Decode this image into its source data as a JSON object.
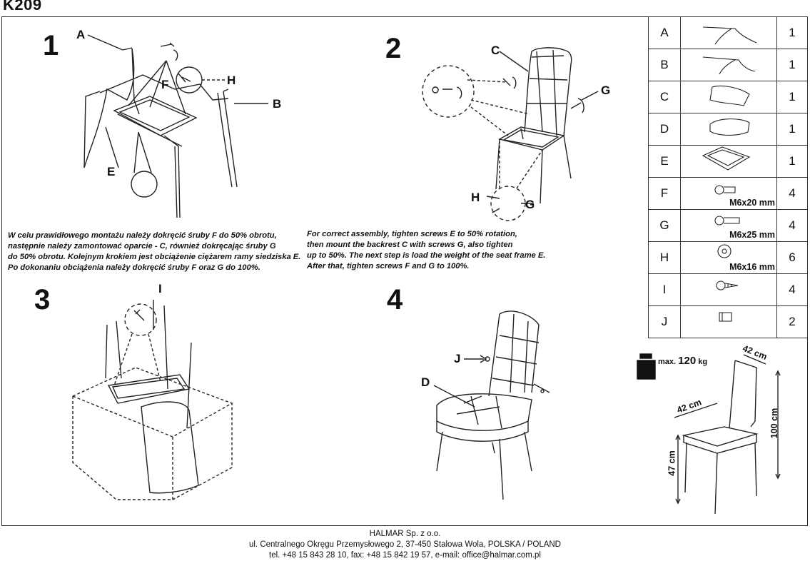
{
  "title": "K209",
  "steps": {
    "s1": "1",
    "s2": "2",
    "s3": "3",
    "s4": "4"
  },
  "callouts": {
    "s1_a": "A",
    "s1_f": "F",
    "s1_h": "H",
    "s1_b": "B",
    "s1_e": "E",
    "s2_c": "C",
    "s2_g": "G",
    "s2_h": "H",
    "s2_g2": "G",
    "s3_i": "I",
    "s4_j": "J",
    "s4_d": "D"
  },
  "instructions": {
    "pl": "W celu prawidłowego montażu należy dokręcić śruby F do 50% obrotu,\nnastępnie należy zamontować oparcie - C, również dokręcając śruby G\ndo 50% obrotu. Kolejnym krokiem jest obciążenie ciężarem ramy siedziska E.\nPo dokonaniu obciążenia należy dokręcić śruby F oraz G do 100%.",
    "en": "For correct assembly, tighten screws E to 50% rotation,\nthen mount the backrest C with screws G, also tighten\nup to 50%. The next step is load the weight of the seat frame E.\nAfter that, tighten screws F and G to 100%."
  },
  "parts": [
    {
      "letter": "A",
      "qty": "1",
      "icon": "leg-frame-icon",
      "size": ""
    },
    {
      "letter": "B",
      "qty": "1",
      "icon": "leg-frame-icon",
      "size": ""
    },
    {
      "letter": "C",
      "qty": "1",
      "icon": "backrest-icon",
      "size": ""
    },
    {
      "letter": "D",
      "qty": "1",
      "icon": "seat-cushion-icon",
      "size": ""
    },
    {
      "letter": "E",
      "qty": "1",
      "icon": "seat-frame-icon",
      "size": ""
    },
    {
      "letter": "F",
      "qty": "4",
      "icon": "bolt-icon",
      "size": "M6x20 mm"
    },
    {
      "letter": "G",
      "qty": "4",
      "icon": "bolt-icon",
      "size": "M6x25 mm"
    },
    {
      "letter": "H",
      "qty": "6",
      "icon": "washer-icon",
      "size": "M6x16 mm"
    },
    {
      "letter": "I",
      "qty": "4",
      "icon": "wood-screw-icon",
      "size": ""
    },
    {
      "letter": "J",
      "qty": "2",
      "icon": "cap-icon",
      "size": ""
    }
  ],
  "load": {
    "prefix": "max.",
    "value": "120",
    "unit": "kg"
  },
  "dimensions": {
    "depth": "42 cm",
    "width": "42 cm",
    "height": "100 cm",
    "seat": "47 cm"
  },
  "footer": {
    "company": "HALMAR Sp. z o.o.",
    "address": "ul. Centralnego Okręgu Przemysłowego 2, 37-450 Stalowa Wola, POLSKA / POLAND",
    "contact": "tel. +48 15 843 28 10, fax: +48 15 842 19 57, e-mail: office@halmar.com.pl"
  }
}
